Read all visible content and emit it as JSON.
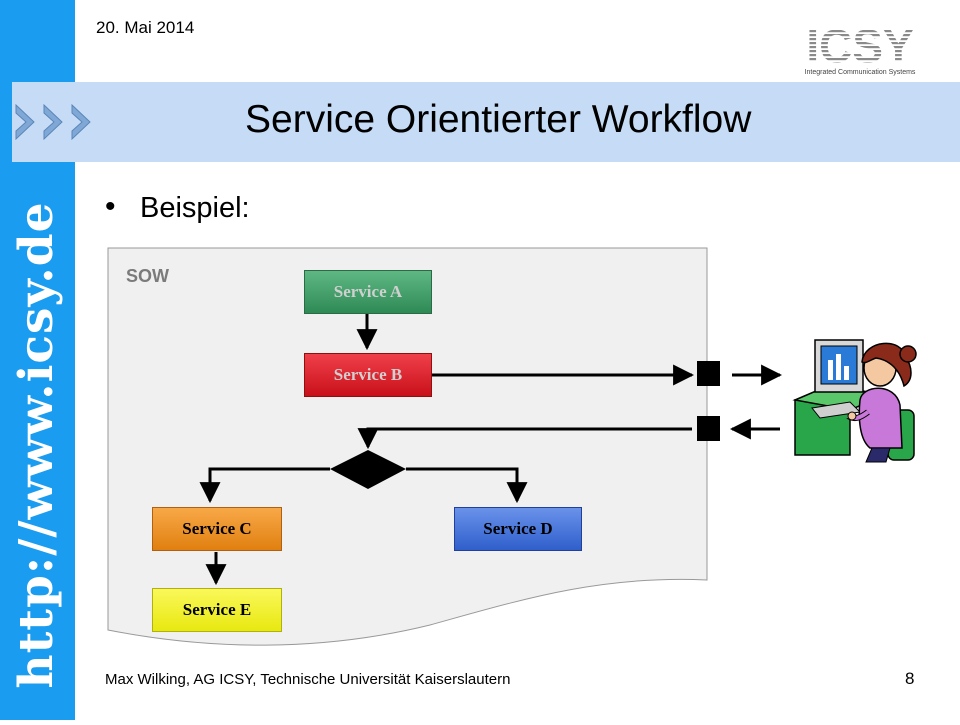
{
  "sidebar": {
    "url": "http://www.icsy.de"
  },
  "header": {
    "date": "20. Mai 2014",
    "logo_text": "ICSY",
    "logo_subtitle": "Integrated Communication Systems",
    "title": "Service Orientierter Workflow"
  },
  "content": {
    "bullet": "•",
    "bullet_text": "Beispiel:"
  },
  "diagram": {
    "container_label": "SOW",
    "services": [
      {
        "label": "Service A",
        "color": "#3a9a63"
      },
      {
        "label": "Service B",
        "color": "#e0101c"
      },
      {
        "label": "Service C",
        "color": "#f0901e"
      },
      {
        "label": "Service D",
        "color": "#3f6fd6"
      },
      {
        "label": "Service E",
        "color": "#f2f21a"
      }
    ]
  },
  "footer": {
    "author": "Max Wilking, AG ICSY, Technische Universität Kaiserslautern",
    "page": "8"
  }
}
